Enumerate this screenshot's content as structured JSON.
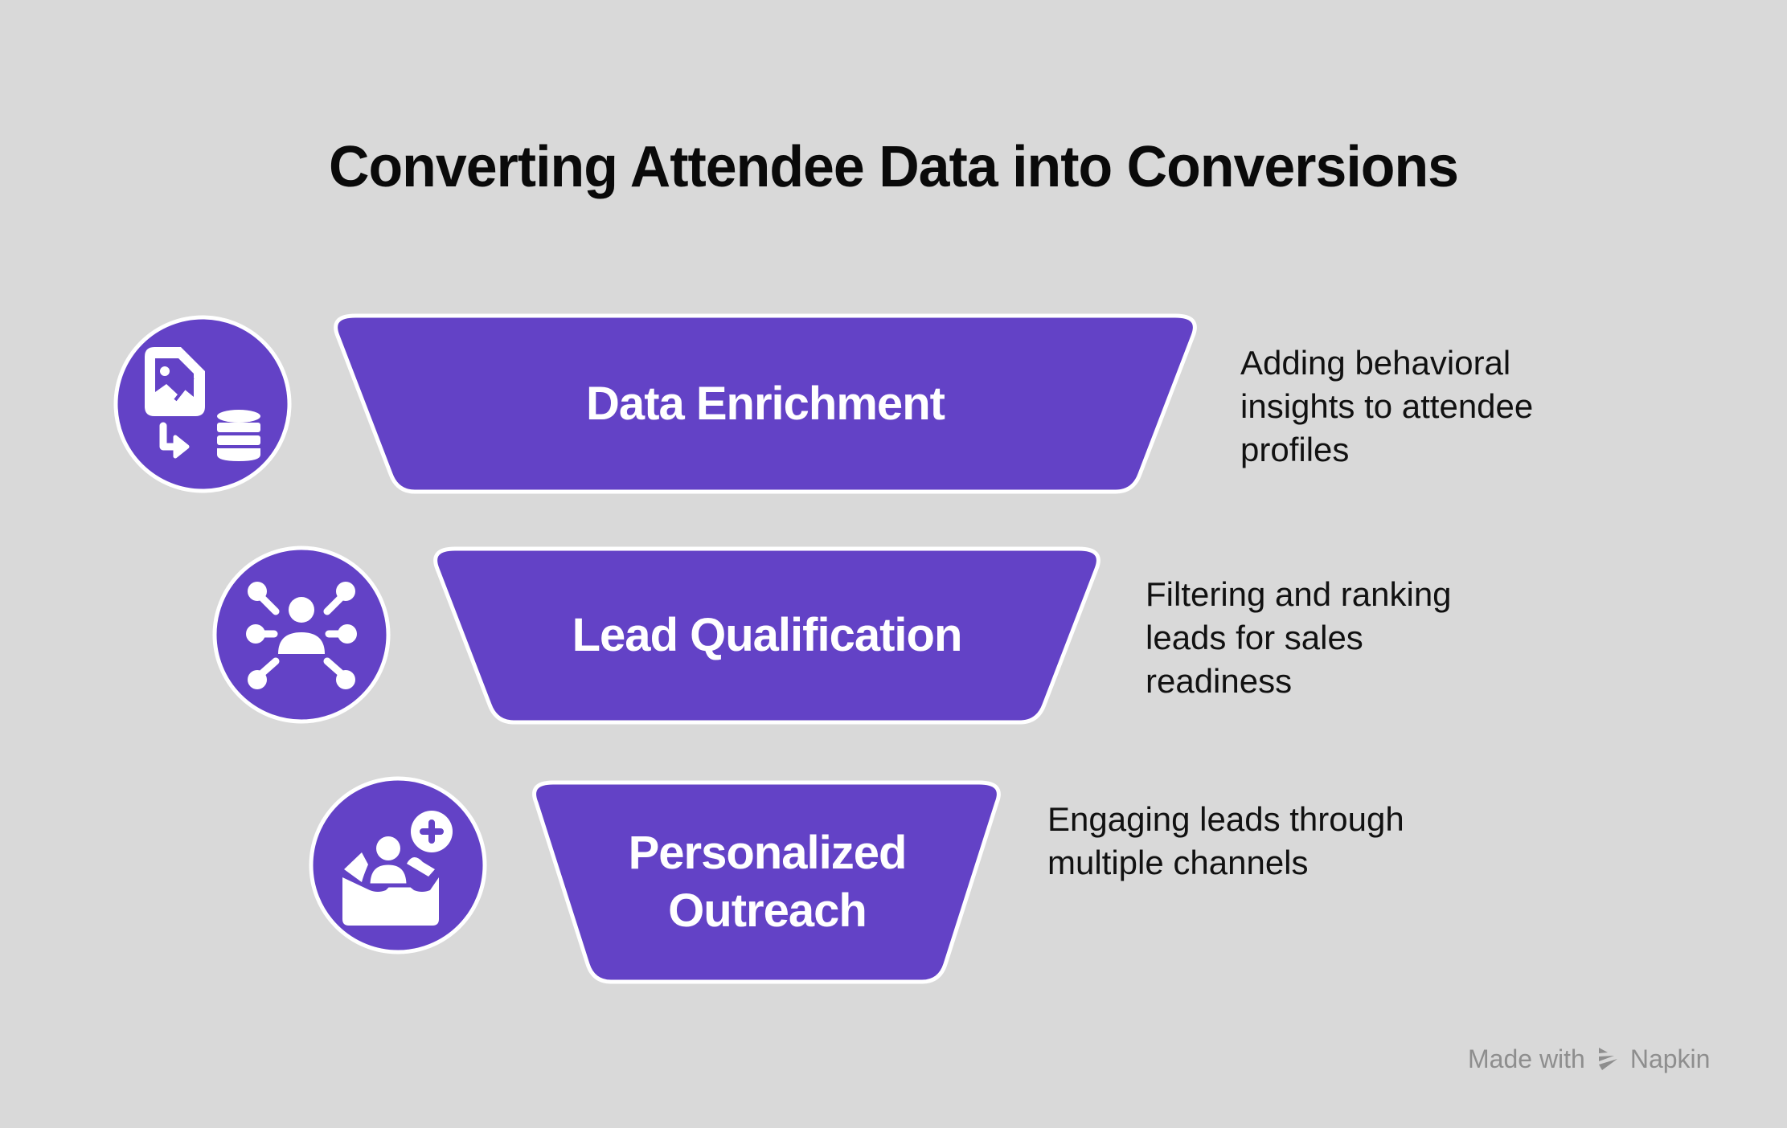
{
  "title": "Converting Attendee Data into Conversions",
  "colors": {
    "background": "#d9d9d9",
    "accent": "#6342c6",
    "outline": "#ffffff",
    "text": "#111111",
    "footer": "#8e8e8e"
  },
  "stages": [
    {
      "label": "Data Enrichment",
      "icon": "image-file-to-database-icon",
      "description_lines": [
        "Adding behavioral",
        "insights to attendee",
        "profiles"
      ]
    },
    {
      "label": "Lead Qualification",
      "icon": "person-network-icon",
      "description_lines": [
        "Filtering and ranking",
        "leads for sales",
        "readiness"
      ]
    },
    {
      "label_lines": [
        "Personalized",
        "Outreach"
      ],
      "icon": "envelope-add-person-icon",
      "description_lines": [
        "Engaging leads through",
        "multiple channels"
      ]
    }
  ],
  "footer": {
    "made_with": "Made with",
    "brand": "Napkin",
    "brand_icon": "napkin-logo-icon"
  }
}
